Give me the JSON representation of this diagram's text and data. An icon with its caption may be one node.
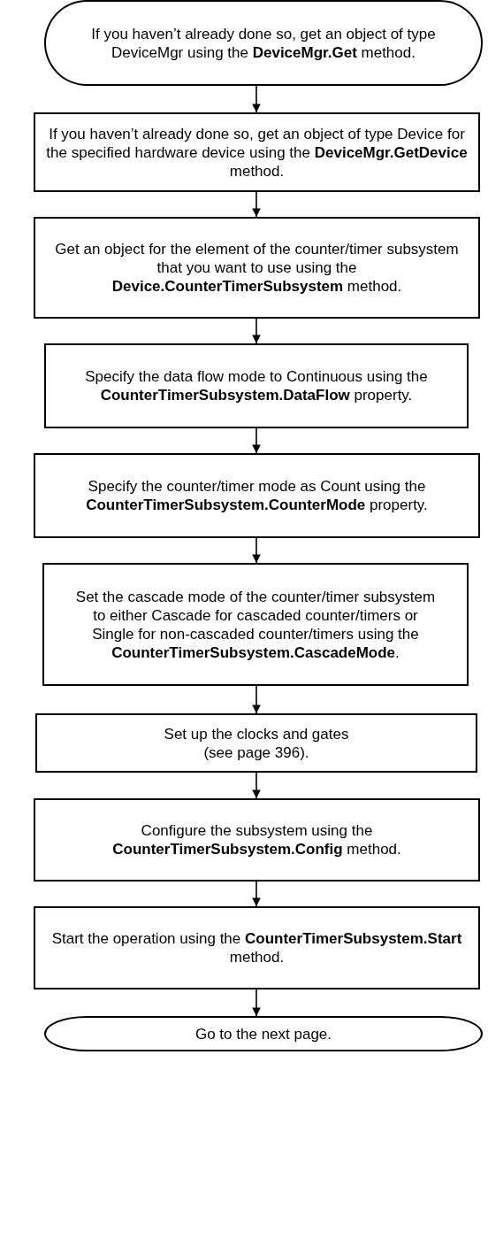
{
  "diagram": {
    "nodes": [
      {
        "text": [
          "If you haven’t already done so, get an object of type DeviceMgr using the **DeviceMgr.Get** method."
        ]
      },
      {
        "text": [
          "If you haven’t already done so, get an object of type Device for the specified hardware device using the **DeviceMgr.GetDevice** method."
        ]
      },
      {
        "text": [
          "Get an object for the element of the counter/timer subsystem that you want to use using the **Device.CounterTimerSubsystem** method."
        ]
      },
      {
        "text": [
          "Specify the data flow mode to Continuous using the **CounterTimerSubsystem.DataFlow** property."
        ]
      },
      {
        "text": [
          "Specify the counter/timer mode as Count using the **CounterTimerSubsystem.CounterMode** property."
        ]
      },
      {
        "text": [
          "Set the cascade mode of the counter/timer subsystem to either Cascade for cascaded counter/timers or Single for non-cascaded counter/timers using the **CounterTimerSubsystem.CascadeMode**."
        ]
      },
      {
        "text": [
          "Set up the clocks and gates (see page 396)."
        ]
      },
      {
        "text": [
          "Configure the subsystem using the **CounterTimerSubsystem.Config** method."
        ]
      },
      {
        "text": [
          "Start the operation using the **CounterTimerSubsystem.Start** method."
        ]
      },
      {
        "text": [
          "Go to the next page."
        ]
      }
    ],
    "edges": [
      {
        "from": 0,
        "to": 1,
        "arrow": "to"
      },
      {
        "from": 1,
        "to": 2,
        "arrow": "to"
      },
      {
        "from": 2,
        "to": 3,
        "arrow": "to"
      },
      {
        "from": 3,
        "to": 4,
        "arrow": "to"
      },
      {
        "from": 4,
        "to": 5,
        "arrow": "to"
      },
      {
        "from": 5,
        "to": 6,
        "arrow": "to"
      },
      {
        "from": 6,
        "to": 7,
        "arrow": "to"
      },
      {
        "from": 7,
        "to": 8,
        "arrow": "to"
      },
      {
        "from": 8,
        "to": 9,
        "arrow": "to"
      }
    ]
  }
}
